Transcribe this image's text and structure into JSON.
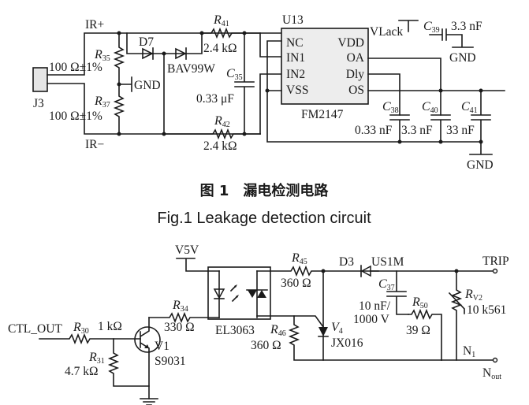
{
  "figure1": {
    "nets": {
      "ir_plus": "IR+",
      "ir_minus": "IR−",
      "gnd": "GND",
      "vlack": "VLack"
    },
    "connector": "J3",
    "r35": {
      "ref": "R",
      "sub": "35",
      "value": "100 Ω±1%"
    },
    "r37": {
      "ref": "R",
      "sub": "37",
      "value": "100 Ω±1%"
    },
    "d7": {
      "ref": "D7",
      "part": "BAV99W"
    },
    "r41": {
      "ref": "R",
      "sub": "41",
      "value": "2.4 kΩ"
    },
    "r42": {
      "ref": "R",
      "sub": "42",
      "value": "2.4 kΩ"
    },
    "c35": {
      "ref": "C",
      "sub": "35",
      "value": "0.33 μF"
    },
    "ic": {
      "ref": "U13",
      "part": "FM2147",
      "pins_left": [
        "NC",
        "IN1",
        "IN2",
        "VSS"
      ],
      "pins_right": [
        "VDD",
        "OA",
        "Dly",
        "OS"
      ]
    },
    "c38": {
      "ref": "C",
      "sub": "38",
      "value": "0.33 nF"
    },
    "c39": {
      "ref": "C",
      "sub": "39",
      "value": "3.3 nF"
    },
    "c40": {
      "ref": "C",
      "sub": "40",
      "value": "3.3 nF"
    },
    "c41": {
      "ref": "C",
      "sub": "41",
      "value": "33 nF"
    },
    "caption_cn": "图 1　漏电检测电路",
    "caption_en": "Fig.1   Leakage detection circuit"
  },
  "figure2": {
    "nets": {
      "v5v": "V5V",
      "ctl_out": "CTL_OUT",
      "trip": "TRIP",
      "n1": "N",
      "n1_sub": "1",
      "nout": "N",
      "nout_sub": "out"
    },
    "r30": {
      "ref": "R",
      "sub": "30",
      "value": "1 kΩ"
    },
    "r31": {
      "ref": "R",
      "sub": "31",
      "value": "4.7 kΩ"
    },
    "r34": {
      "ref": "R",
      "sub": "34",
      "value": "330 Ω"
    },
    "v1": {
      "ref": "V1",
      "part": "S9031"
    },
    "opto": {
      "part": "EL3063"
    },
    "r45": {
      "ref": "R",
      "sub": "45",
      "value": "360 Ω"
    },
    "r46": {
      "ref": "R",
      "sub": "46",
      "value": "360 Ω"
    },
    "v4": {
      "ref": "V",
      "sub": "4",
      "part": "JX016"
    },
    "d3": {
      "ref": "D3",
      "part": "US1M"
    },
    "c37": {
      "ref": "C",
      "sub": "37",
      "value1": "10 nF/",
      "value2": "1000 V"
    },
    "r50": {
      "ref": "R",
      "sub": "50",
      "value": "39 Ω"
    },
    "rv2": {
      "ref": "R",
      "sub": "V2",
      "value": "10 k561"
    }
  }
}
